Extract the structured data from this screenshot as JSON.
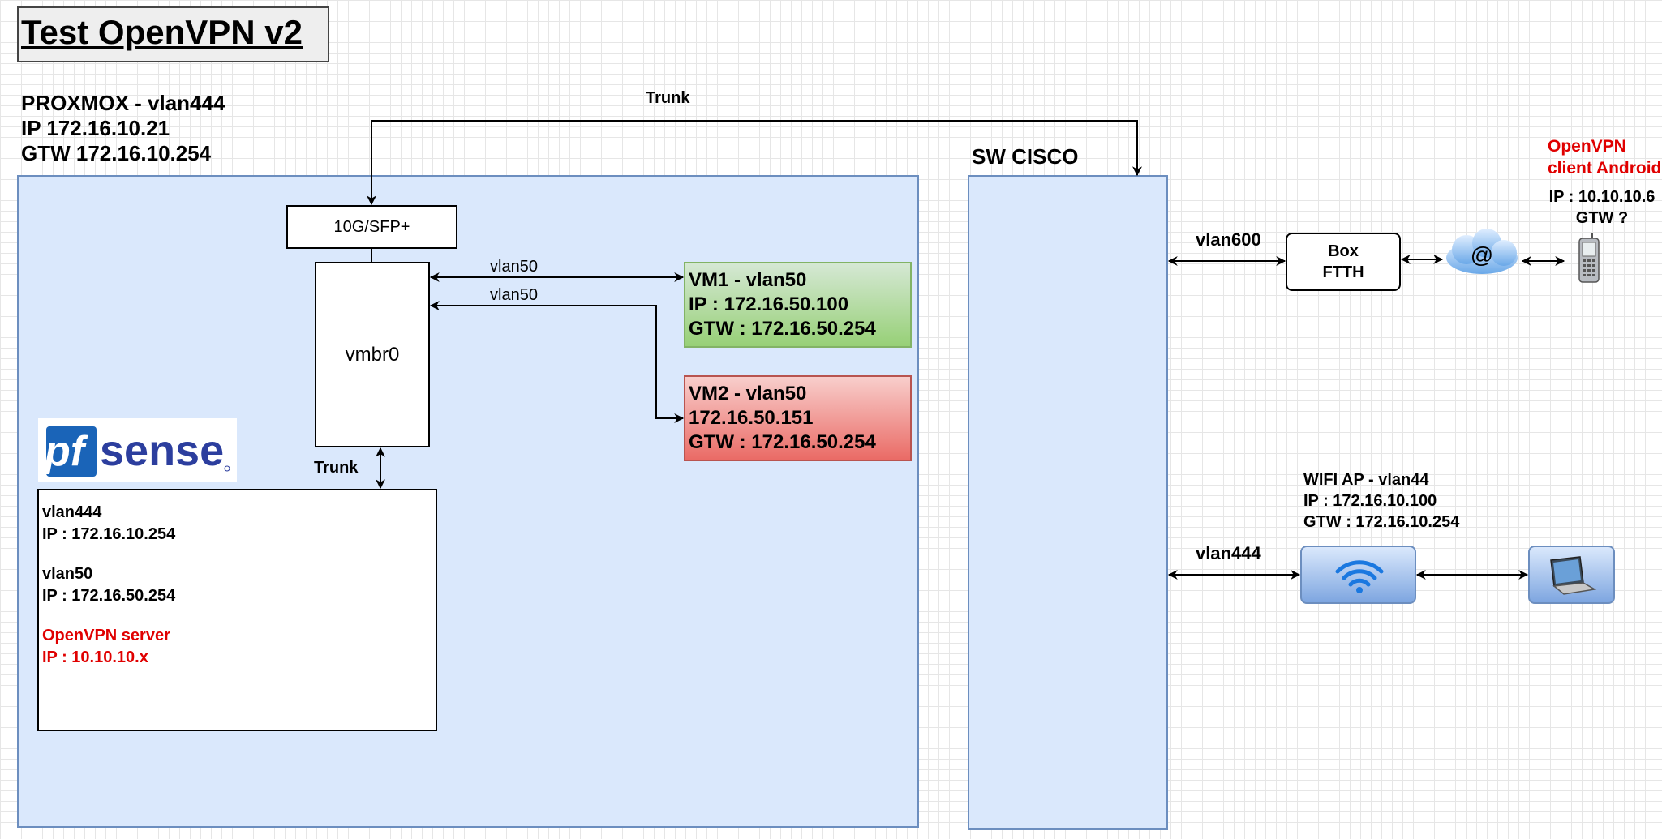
{
  "title": "Test OpenVPN v2",
  "proxmox": {
    "lines": [
      "PROXMOX - vlan444",
      "IP 172.16.10.21",
      "GTW 172.16.10.254"
    ]
  },
  "trunk_top_label": "Trunk",
  "trunk_bottom_label": "Trunk",
  "sfp_label": "10G/SFP+",
  "vmbr_label": "vmbr0",
  "vm1": {
    "link_label": "vlan50",
    "lines": [
      "VM1 - vlan50",
      "IP : 172.16.50.100",
      "GTW : 172.16.50.254"
    ],
    "fill_top": "#d5e8d4",
    "fill_bottom": "#97d077"
  },
  "vm2": {
    "link_label": "vlan50",
    "lines": [
      "VM2 - vlan50",
      "172.16.50.151",
      "GTW : 172.16.50.254"
    ],
    "fill_top": "#f8cecc",
    "fill_bottom": "#ea6b66"
  },
  "pfsense": {
    "logo": {
      "pf": "pf",
      "sense": "sense"
    },
    "vlan444": [
      "vlan444",
      "IP : 172.16.10.254"
    ],
    "vlan50": [
      "vlan50",
      "IP : 172.16.50.254"
    ],
    "openvpn": [
      "OpenVPN server",
      "IP : 10.10.10.x"
    ]
  },
  "cisco_label": "SW CISCO",
  "vlan600_label": "vlan600",
  "vlan444_label": "vlan444",
  "box_ftth": [
    "Box",
    "FTTH"
  ],
  "internet_symbol": "@",
  "android": {
    "name": [
      "OpenVPN",
      "client Android"
    ],
    "ip": "IP : 10.10.10.6",
    "gtw": "GTW ?"
  },
  "wifi_ap": {
    "lines": [
      "WIFI AP - vlan44",
      "IP : 172.16.10.100",
      "GTW : 172.16.10.254"
    ]
  },
  "colors": {
    "container_fill": "#dae8fc",
    "container_stroke": "#6c8ebf",
    "alert_text": "#e00000"
  },
  "icons": [
    "cloud-icon",
    "phone-icon",
    "wifi-icon",
    "laptop-icon"
  ]
}
